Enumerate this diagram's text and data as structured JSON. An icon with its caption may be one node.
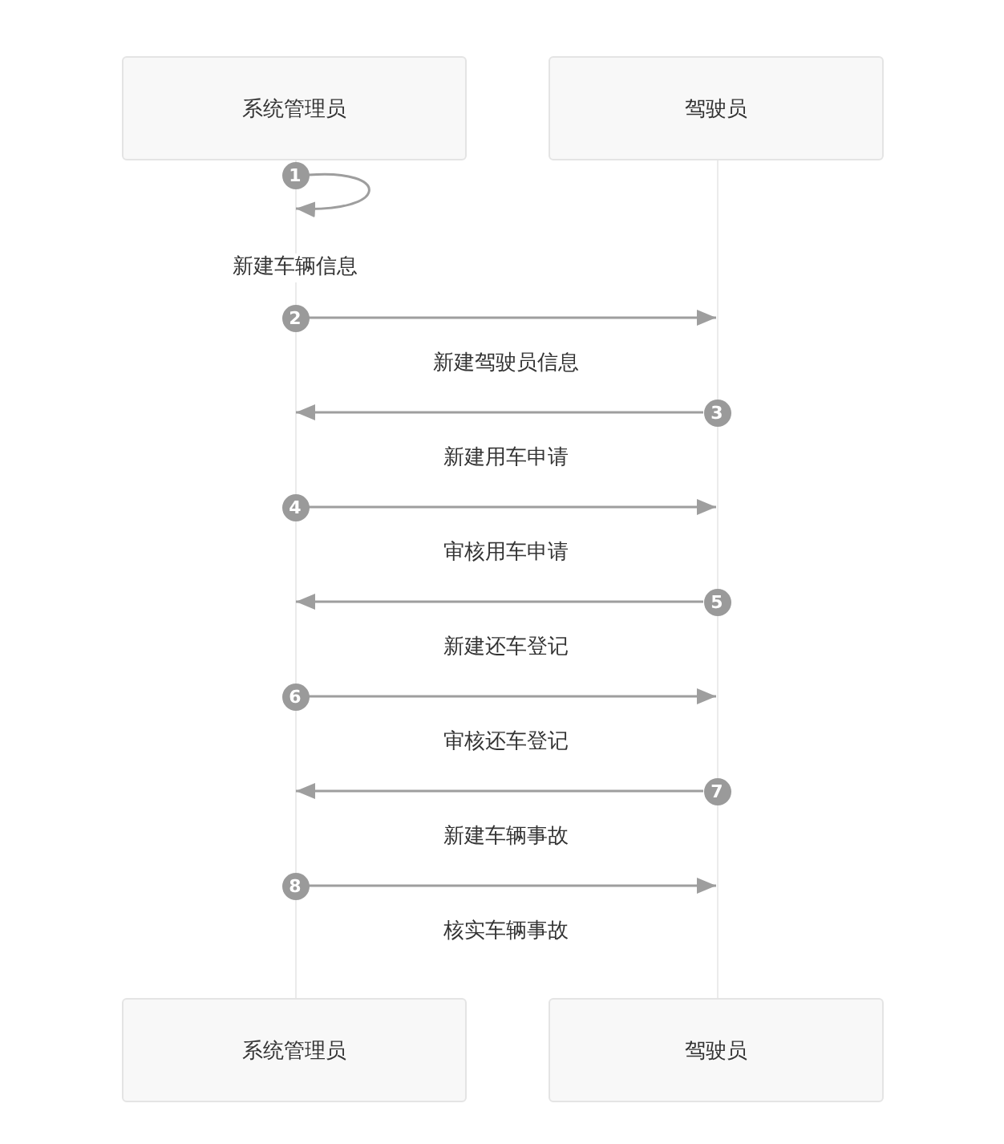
{
  "diagram": {
    "nodes": [
      {
        "text": [
          "系统管理员"
        ]
      },
      {
        "text": [
          "驾驶员"
        ]
      },
      {
        "text": [],
        "shape": "line"
      },
      {
        "text": [],
        "shape": "line"
      },
      {
        "text": [
          "1"
        ]
      },
      {
        "text": [
          "2"
        ]
      },
      {
        "text": [
          "3"
        ]
      },
      {
        "text": [
          "4"
        ]
      },
      {
        "text": [
          "5"
        ]
      },
      {
        "text": [
          "6"
        ]
      },
      {
        "text": [
          "7"
        ]
      },
      {
        "text": [
          "8"
        ]
      },
      {
        "text": [
          "系统管理员"
        ]
      },
      {
        "text": [
          "驾驶员"
        ]
      }
    ],
    "edges": [
      {
        "from": 4,
        "to": 2,
        "arrow": "to",
        "label": "新建车辆信息"
      },
      {
        "from": 5,
        "to": 3,
        "arrow": "to",
        "label": "新建驾驶员信息"
      },
      {
        "from": 6,
        "to": 2,
        "arrow": "to",
        "label": "新建用车申请"
      },
      {
        "from": 7,
        "to": 3,
        "arrow": "to",
        "label": "审核用车申请"
      },
      {
        "from": 8,
        "to": 2,
        "arrow": "to",
        "label": "新建还车登记"
      },
      {
        "from": 9,
        "to": 3,
        "arrow": "to",
        "label": "审核还车登记"
      },
      {
        "from": 10,
        "to": 2,
        "arrow": "to",
        "label": "新建车辆事故"
      },
      {
        "from": 11,
        "to": 3,
        "arrow": "to",
        "label": "核实车辆事故"
      }
    ]
  }
}
